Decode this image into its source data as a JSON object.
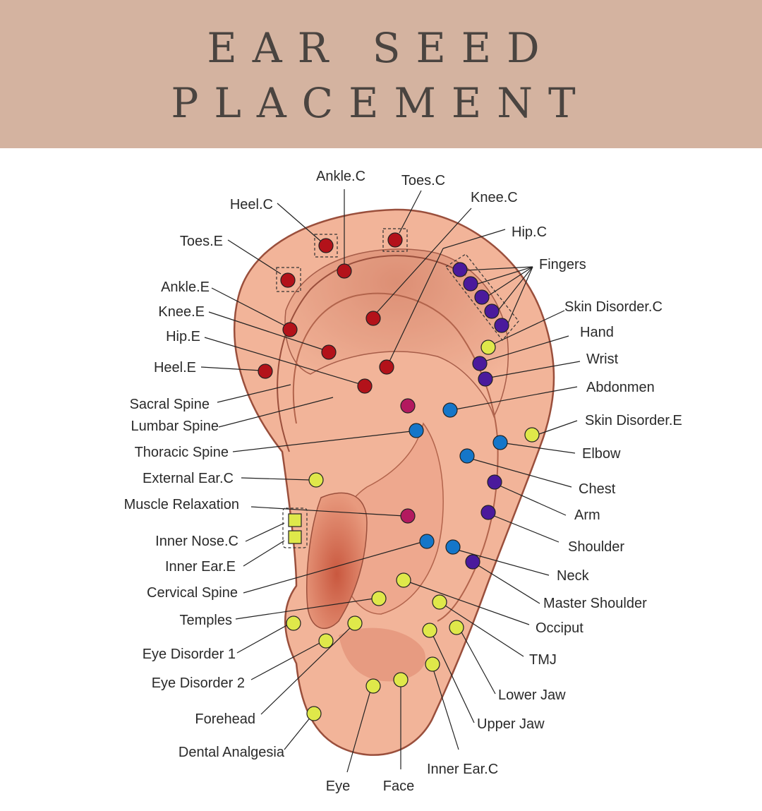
{
  "title": {
    "line1": "EAR SEED",
    "line2": "PLACEMENT"
  },
  "colors": {
    "header_bg": "#d4b3a0",
    "title_text": "#4a4440",
    "skin": "#f2b499",
    "skin_outline": "#9a4f3c",
    "red_point": "#b3121a",
    "purple_point": "#4a1a9c",
    "blue_point": "#1576c9",
    "yellow_point": "#dfe84a",
    "magenta_point": "#b3195f"
  },
  "labels": [
    {
      "id": "ankle-c",
      "text": "Ankle.C"
    },
    {
      "id": "toes-c",
      "text": "Toes.C"
    },
    {
      "id": "heel-c",
      "text": "Heel.C"
    },
    {
      "id": "knee-c",
      "text": "Knee.C"
    },
    {
      "id": "toes-e",
      "text": "Toes.E"
    },
    {
      "id": "hip-c",
      "text": "Hip.C"
    },
    {
      "id": "fingers",
      "text": "Fingers"
    },
    {
      "id": "ankle-e",
      "text": "Ankle.E"
    },
    {
      "id": "knee-e",
      "text": "Knee.E"
    },
    {
      "id": "skin-disorder-c",
      "text": "Skin Disorder.C"
    },
    {
      "id": "hip-e",
      "text": "Hip.E"
    },
    {
      "id": "hand",
      "text": "Hand"
    },
    {
      "id": "wrist",
      "text": "Wrist"
    },
    {
      "id": "heel-e",
      "text": "Heel.E"
    },
    {
      "id": "abdonmen",
      "text": "Abdonmen"
    },
    {
      "id": "sacral-spine",
      "text": "Sacral Spine"
    },
    {
      "id": "lumbar-spine",
      "text": "Lumbar Spine"
    },
    {
      "id": "skin-disorder-e",
      "text": "Skin Disorder.E"
    },
    {
      "id": "thoracic-spine",
      "text": "Thoracic Spine"
    },
    {
      "id": "elbow",
      "text": "Elbow"
    },
    {
      "id": "external-ear-c",
      "text": "External Ear.C"
    },
    {
      "id": "chest",
      "text": "Chest"
    },
    {
      "id": "muscle-relaxation",
      "text": "Muscle Relaxation"
    },
    {
      "id": "arm",
      "text": "Arm"
    },
    {
      "id": "inner-nose-c",
      "text": "Inner Nose.C"
    },
    {
      "id": "shoulder",
      "text": "Shoulder"
    },
    {
      "id": "inner-ear-e",
      "text": "Inner Ear.E"
    },
    {
      "id": "neck",
      "text": "Neck"
    },
    {
      "id": "cervical-spine",
      "text": "Cervical Spine"
    },
    {
      "id": "master-shoulder",
      "text": "Master Shoulder"
    },
    {
      "id": "temples",
      "text": "Temples"
    },
    {
      "id": "occiput",
      "text": "Occiput"
    },
    {
      "id": "eye-disorder-1",
      "text": "Eye Disorder 1"
    },
    {
      "id": "tmj",
      "text": "TMJ"
    },
    {
      "id": "eye-disorder-2",
      "text": "Eye Disorder 2"
    },
    {
      "id": "lower-jaw",
      "text": "Lower Jaw"
    },
    {
      "id": "forehead",
      "text": "Forehead"
    },
    {
      "id": "upper-jaw",
      "text": "Upper Jaw"
    },
    {
      "id": "dental-analgesia",
      "text": "Dental Analgesia"
    },
    {
      "id": "inner-ear-c",
      "text": "Inner Ear.C"
    },
    {
      "id": "eye",
      "text": "Eye"
    },
    {
      "id": "face",
      "text": "Face"
    }
  ]
}
